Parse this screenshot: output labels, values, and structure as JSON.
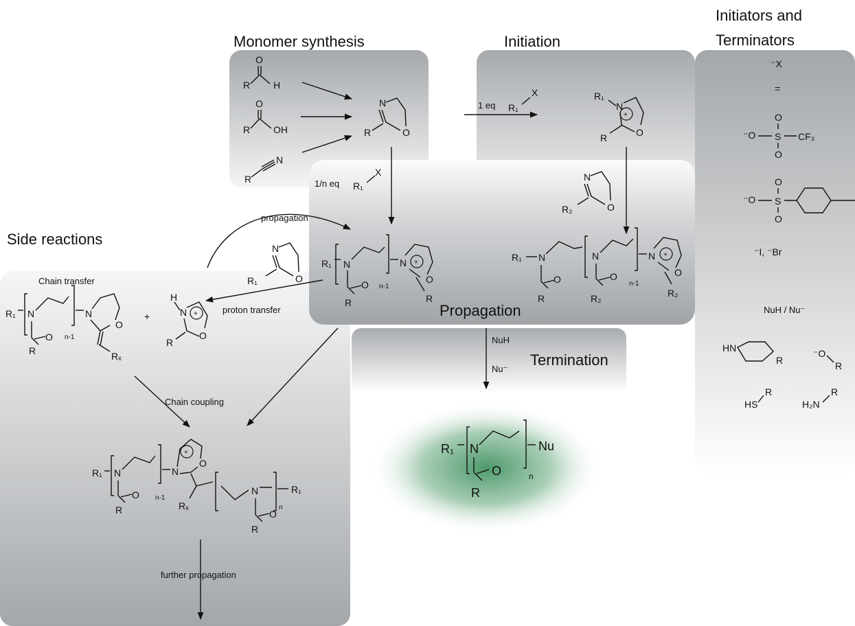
{
  "sections": {
    "monomer_synthesis": "Monomer synthesis",
    "initiation": "Initiation",
    "initiators_terminators_line1": "Initiators and",
    "initiators_terminators_line2": "Terminators",
    "side_reactions": "Side reactions",
    "propagation": "Propagation",
    "termination": "Termination"
  },
  "labels": {
    "one_eq": "1 eq",
    "one_n_eq": "1/n eq",
    "propagation_arrow": "propagation",
    "chain_transfer": "Chain transfer",
    "proton_transfer": "proton transfer",
    "chain_coupling": "Chain coupling",
    "further_propagation": "further propagation",
    "nuh": "NuH",
    "nu_minus": "Nu⁻",
    "plus": "+"
  },
  "chem": {
    "R": "R",
    "H": "H",
    "O": "O",
    "OH": "OH",
    "N": "N",
    "X": "X",
    "R1": "R₁",
    "R2": "R₂",
    "Rx": "Rₓ",
    "n": "n",
    "n1": "n-1",
    "Nu": "Nu",
    "plus_charge": "+",
    "minus_X": "⁻X",
    "equals": "=",
    "triflate_O": "⁻O",
    "triflate_S": "S",
    "triflate_CF3": "CF₃",
    "halides": "⁻I, ⁻Br",
    "nuh_nu": "NuH / Nu⁻",
    "HN": "HN",
    "alkoxide": "⁻O",
    "HS": "HS",
    "H2N": "H₂N"
  },
  "colors": {
    "panel_gray": "#a7aaad",
    "termination_glow": "#5f9f78"
  }
}
